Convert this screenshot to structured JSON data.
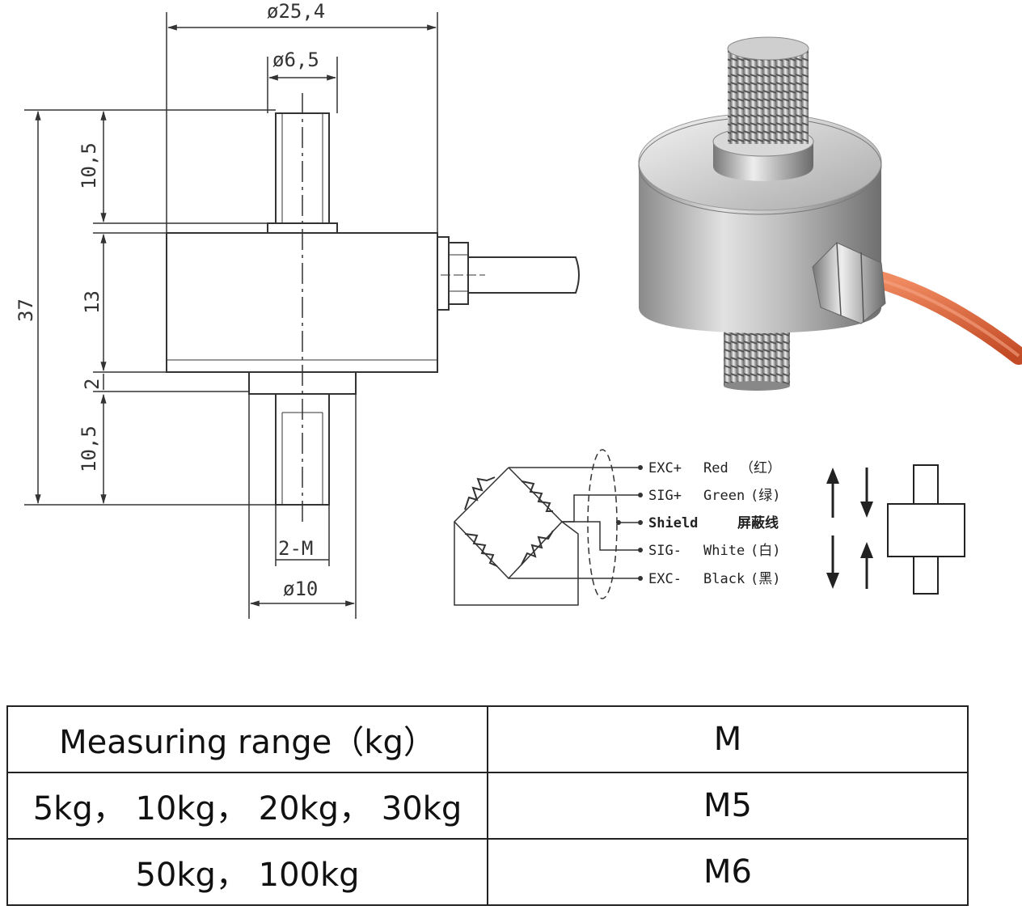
{
  "dimensions": {
    "outer_diameter": "ø25,4",
    "pin_diameter": "ø6,5",
    "top_thread_length": "10,5",
    "total_height": "37",
    "body_height": "13",
    "collar_height": "2",
    "bottom_thread_length": "10,5",
    "thread_label": "2-M",
    "base_diameter": "ø10"
  },
  "wiring": [
    {
      "signal": "EXC+",
      "color": "Red",
      "cn": "（红）",
      "bold": false
    },
    {
      "signal": "SIG+",
      "color": "Green",
      "cn": "(绿)",
      "bold": false
    },
    {
      "signal": "Shield",
      "color": "",
      "cn": "屏蔽线",
      "bold": true
    },
    {
      "signal": "SIG-",
      "color": "White",
      "cn": "(白)",
      "bold": false
    },
    {
      "signal": "EXC-",
      "color": "Black",
      "cn": "(黑)",
      "bold": false
    }
  ],
  "table": {
    "headers": [
      "Measuring range（kg）",
      "M"
    ],
    "rows": [
      [
        "5kg， 10kg， 20kg， 30kg",
        "M5"
      ],
      [
        "50kg， 100kg",
        "M6"
      ]
    ]
  },
  "colors": {
    "cable": "#d9603a",
    "metal": "#b8b8b8",
    "line": "#333333"
  }
}
